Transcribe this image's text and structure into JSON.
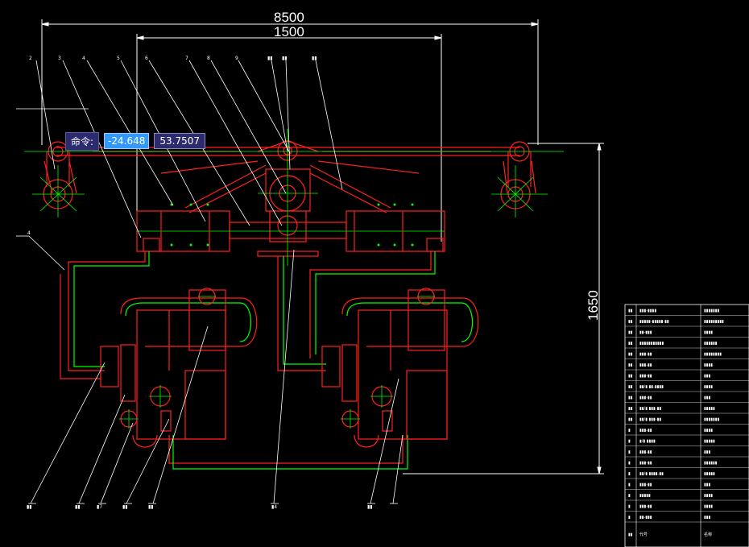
{
  "dimensions": {
    "overall_width": "8500",
    "inner_width": "1500",
    "height": "1650"
  },
  "command_tooltip": {
    "label": "命令:",
    "x_value": "-24.648",
    "y_value": "53.7507"
  },
  "leader_labels": [
    "2",
    "3",
    "4",
    "5",
    "6",
    "7",
    "8",
    "9",
    "▮▮",
    "▮▮",
    "4",
    "▮▮",
    "▮▮",
    "▮▮",
    "▮7",
    "▮▮",
    "▮▮",
    "▮4",
    "▮▮"
  ],
  "bom": {
    "rows": [
      {
        "no": "▮▮",
        "code": "▮▮▮-▮▮▮▮",
        "name": "▮▮▮▮▮▮▮"
      },
      {
        "no": "▮▮",
        "code": "▮▮▮▮▮-▮▮▮▮▮-▮▮",
        "name": "▮▮▮▮▮▮▮▮▮"
      },
      {
        "no": "▮▮",
        "code": "▮▮-▮▮▮",
        "name": "▮▮▮▮"
      },
      {
        "no": "▮▮",
        "code": "▮▮▮▮▮▮▮▮▮▮▮",
        "name": "▮▮▮▮▮▮"
      },
      {
        "no": "▮▮",
        "code": "▮▮▮-▮▮",
        "name": "▮▮▮▮▮▮▮▮"
      },
      {
        "no": "▮▮",
        "code": "▮▮▮-▮▮",
        "name": "▮▮▮▮"
      },
      {
        "no": "▮▮",
        "code": "▮▮▮-▮▮",
        "name": "▮▮▮"
      },
      {
        "no": "▮▮",
        "code": "▮▮/▮ ▮▮-▮▮▮▮",
        "name": "▮▮▮▮"
      },
      {
        "no": "▮▮",
        "code": "▮▮▮-▮▮",
        "name": "▮▮▮"
      },
      {
        "no": "▮▮",
        "code": "▮▮/▮ ▮▮▮-▮▮",
        "name": "▮▮▮▮▮"
      },
      {
        "no": "▮▮",
        "code": "▮▮/▮ ▮▮▮-▮▮",
        "name": "▮▮▮▮▮▮▮"
      },
      {
        "no": "▮",
        "code": "▮▮▮-▮▮",
        "name": "▮▮▮▮"
      },
      {
        "no": "▮",
        "code": "▮/▮ ▮▮▮▮",
        "name": "▮▮▮▮▮"
      },
      {
        "no": "▮",
        "code": "▮▮▮-▮▮",
        "name": "▮▮▮"
      },
      {
        "no": "▮",
        "code": "▮▮▮-▮▮",
        "name": "▮▮▮▮▮▮"
      },
      {
        "no": "▮",
        "code": "▮▮/▮ ▮▮▮▮-▮▮",
        "name": "▮▮▮▮▮"
      },
      {
        "no": "▮",
        "code": "▮▮▮-▮▮",
        "name": "▮▮▮"
      },
      {
        "no": "▮",
        "code": "▮▮▮▮▮",
        "name": "▮▮▮▮"
      },
      {
        "no": "▮",
        "code": "▮▮▮-▮▮",
        "name": "▮▮▮▮"
      },
      {
        "no": "▮",
        "code": "▮▮-▮▮▮",
        "name": "▮▮▮"
      }
    ],
    "header": {
      "no": "▮▮",
      "code": "代号",
      "name": "名称"
    }
  },
  "colors": {
    "background": "#000000",
    "outline": "#ff2020",
    "centerline": "#00ff00",
    "dimension": "#ffffff",
    "tooltip_accent": "#3399ff"
  }
}
